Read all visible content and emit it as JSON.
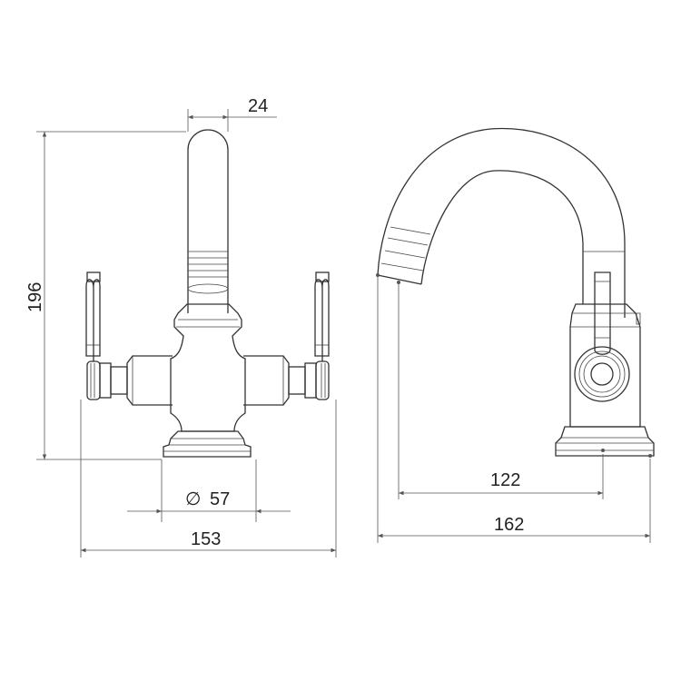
{
  "dimensions": {
    "spout_diameter": "24",
    "height": "196",
    "base_diameter_symbol": "∅",
    "base_diameter": "57",
    "overall_width": "153",
    "spout_reach": "122",
    "overall_depth": "162"
  },
  "colors": {
    "line": "#333333",
    "dimension": "#555555",
    "background": "#ffffff"
  }
}
